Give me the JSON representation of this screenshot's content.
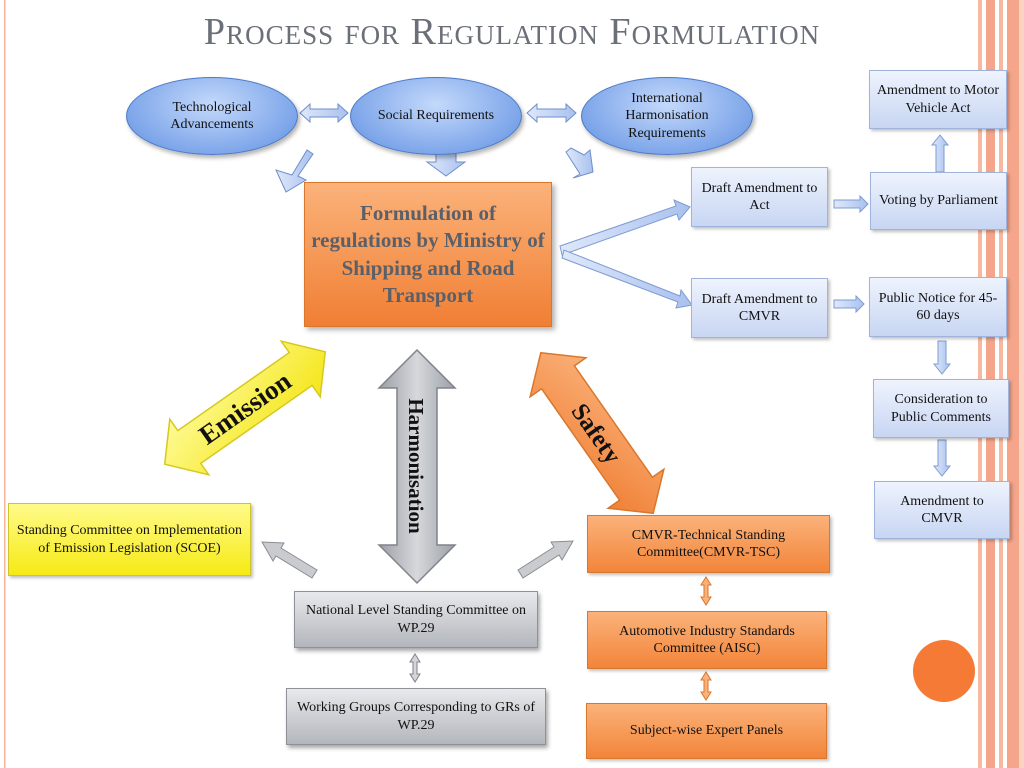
{
  "title": "Process for Regulation Formulation",
  "inputs": {
    "technological": "Technological Advancements",
    "social": "Social Requirements",
    "international": "International Harmonisation Requirements"
  },
  "main_box": "Formulation of regulations by Ministry of Shipping and Road Transport",
  "right_flow": {
    "draft_act": "Draft Amendment to Act",
    "voting": "Voting by Parliament",
    "amend_mva": "Amendment to Motor Vehicle Act",
    "draft_cmvr": "Draft Amendment to CMVR",
    "public_notice": "Public Notice for 45-60 days",
    "consideration": "Consideration to Public Comments",
    "amend_cmvr": "Amendment to CMVR"
  },
  "arrows": {
    "emission": "Emission",
    "harmonisation": "Harmonisation",
    "safety": "Safety"
  },
  "committees": {
    "scoe": "Standing Committee on Implementation of Emission Legislation (SCOE)",
    "national_wp29": "National Level Standing Committee on WP.29",
    "working_groups": "Working Groups Corresponding to GRs of WP.29",
    "cmvr_tsc": "CMVR-Technical Standing Committee(CMVR-TSC)",
    "aisc": "Automotive Industry Standards Committee (AISC)",
    "expert_panels": "Subject-wise Expert Panels"
  },
  "colors": {
    "title": "#6b6f78",
    "right_stripes": "#f5a58a",
    "emission": "#f6ee2a",
    "safety": "#f2853a",
    "harmonisation": "#a9acb2",
    "blue_connector": "#b9cdf1"
  }
}
